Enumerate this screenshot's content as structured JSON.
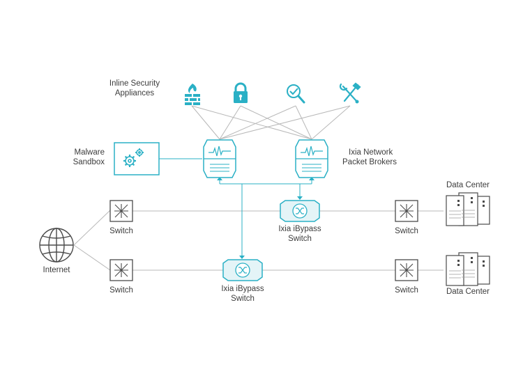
{
  "labels": {
    "inline_security_1": "Inline Security",
    "inline_security_2": "Appliances",
    "malware_1": "Malware",
    "malware_2": "Sandbox",
    "ixia_npb_1": "Ixia Network",
    "ixia_npb_2": "Packet Brokers",
    "switch_top_left": "Switch",
    "switch_bottom_left": "Switch",
    "switch_top_right": "Switch",
    "switch_bottom_right": "Switch",
    "bypass_top_1": "Ixia iBypass",
    "bypass_top_2": "Switch",
    "bypass_bottom_1": "Ixia iBypass",
    "bypass_bottom_2": "Switch",
    "internet": "Internet",
    "dc_top": "Data Center",
    "dc_bottom": "Data Center"
  },
  "icons": {
    "appliances": [
      "firewall-icon",
      "lock-icon",
      "magnifier-check-icon",
      "tools-icon"
    ],
    "accent": "#2ab0c5",
    "line_gray": "#b8b8b8",
    "dark": "#4a4a4a"
  }
}
